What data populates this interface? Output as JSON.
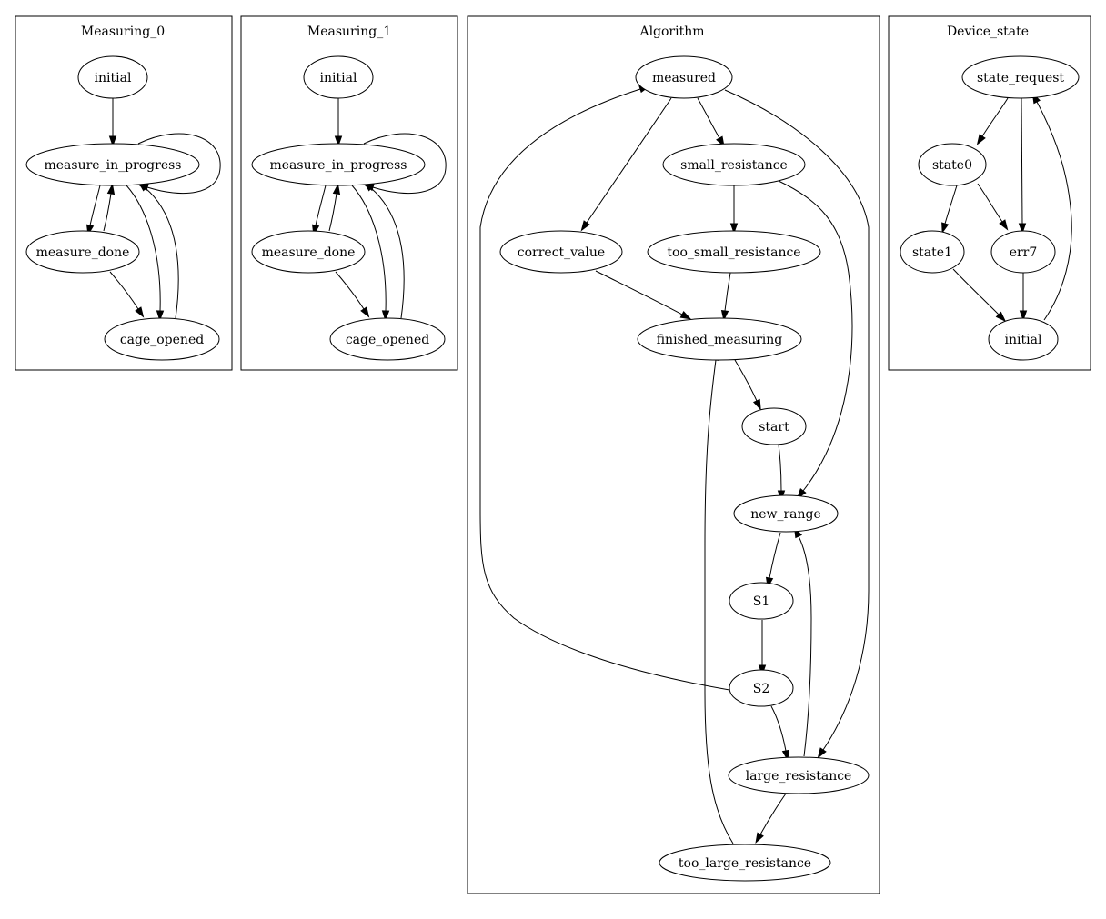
{
  "diagram": {
    "type": "state-graph",
    "clusters": [
      {
        "id": "m0",
        "title": "Measuring_0",
        "nodes": [
          {
            "id": "initial",
            "label": "initial"
          },
          {
            "id": "mip",
            "label": "measure_in_progress"
          },
          {
            "id": "md",
            "label": "measure_done"
          },
          {
            "id": "co",
            "label": "cage_opened"
          }
        ],
        "edges": [
          [
            "initial",
            "mip"
          ],
          [
            "mip",
            "mip"
          ],
          [
            "mip",
            "md"
          ],
          [
            "md",
            "mip"
          ],
          [
            "mip",
            "co"
          ],
          [
            "co",
            "mip"
          ],
          [
            "md",
            "co"
          ]
        ]
      },
      {
        "id": "m1",
        "title": "Measuring_1",
        "nodes": [
          {
            "id": "initial",
            "label": "initial"
          },
          {
            "id": "mip",
            "label": "measure_in_progress"
          },
          {
            "id": "md",
            "label": "measure_done"
          },
          {
            "id": "co",
            "label": "cage_opened"
          }
        ],
        "edges": [
          [
            "initial",
            "mip"
          ],
          [
            "mip",
            "mip"
          ],
          [
            "mip",
            "md"
          ],
          [
            "md",
            "mip"
          ],
          [
            "mip",
            "co"
          ],
          [
            "co",
            "mip"
          ],
          [
            "md",
            "co"
          ]
        ]
      },
      {
        "id": "alg",
        "title": "Algorithm",
        "nodes": [
          {
            "id": "measured",
            "label": "measured"
          },
          {
            "id": "small",
            "label": "small_resistance"
          },
          {
            "id": "correct",
            "label": "correct_value"
          },
          {
            "id": "toosmall",
            "label": "too_small_resistance"
          },
          {
            "id": "finished",
            "label": "finished_measuring"
          },
          {
            "id": "start",
            "label": "start"
          },
          {
            "id": "newrange",
            "label": "new_range"
          },
          {
            "id": "s1",
            "label": "S1"
          },
          {
            "id": "s2",
            "label": "S2"
          },
          {
            "id": "large",
            "label": "large_resistance"
          },
          {
            "id": "toolarge",
            "label": "too_large_resistance"
          }
        ],
        "edges": [
          [
            "measured",
            "small"
          ],
          [
            "measured",
            "correct"
          ],
          [
            "measured",
            "large"
          ],
          [
            "small",
            "toosmall"
          ],
          [
            "small",
            "newrange"
          ],
          [
            "correct",
            "finished"
          ],
          [
            "toosmall",
            "finished"
          ],
          [
            "finished",
            "start"
          ],
          [
            "start",
            "newrange"
          ],
          [
            "newrange",
            "s1"
          ],
          [
            "s1",
            "s2"
          ],
          [
            "s2",
            "measured"
          ],
          [
            "s2",
            "large"
          ],
          [
            "large",
            "newrange"
          ],
          [
            "large",
            "toolarge"
          ],
          [
            "toolarge",
            "finished"
          ]
        ]
      },
      {
        "id": "dev",
        "title": "Device_state",
        "nodes": [
          {
            "id": "req",
            "label": "state_request"
          },
          {
            "id": "state0",
            "label": "state0"
          },
          {
            "id": "state1",
            "label": "state1"
          },
          {
            "id": "err7",
            "label": "err7"
          },
          {
            "id": "initial",
            "label": "initial"
          }
        ],
        "edges": [
          [
            "req",
            "state0"
          ],
          [
            "req",
            "err7"
          ],
          [
            "state0",
            "state1"
          ],
          [
            "state0",
            "err7"
          ],
          [
            "state1",
            "initial"
          ],
          [
            "err7",
            "initial"
          ],
          [
            "initial",
            "req"
          ]
        ]
      }
    ]
  }
}
